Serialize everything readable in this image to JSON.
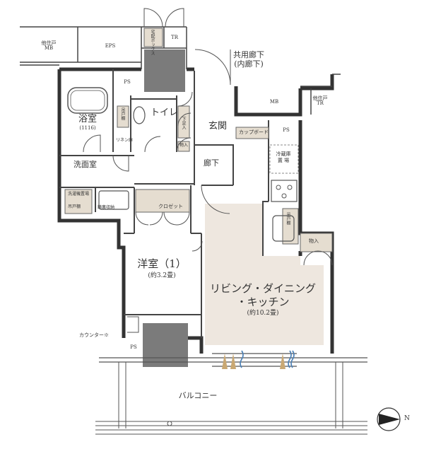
{
  "labels": {
    "mb_top_left": [
      "他住戸",
      "MB"
    ],
    "eps": "EPS",
    "tr_top": "TR",
    "delivery_box": "宅配ボックス",
    "common_corridor": [
      "共用廊下",
      "(内廊下)"
    ],
    "ps_top": "PS",
    "mb_right": "MB",
    "tr_right": [
      "他住戸",
      "TR"
    ],
    "bath": "浴室",
    "bath_size": "(1116)",
    "toilet": "トイレ",
    "hanging_cabinet": "吊戸棚",
    "genkan": "玄関",
    "shoebox": "下足入",
    "cupboard": "カップボード",
    "ps_right": "PS",
    "storage_small": "物入",
    "linen": "リネン庫",
    "washroom": "洗面室",
    "corridor": "廊下",
    "fridge": [
      "冷蔵庫",
      "置 場"
    ],
    "laundry": "洗濯機置場",
    "wash_hanging": "吊戸棚",
    "vanity_storage": "鏡裏収納",
    "closet": "クロゼット",
    "kitchen_hanging": "吊戸棚",
    "storage_ldk": "物入",
    "western_room": "洋室（1）",
    "western_size": "(約3.2畳)",
    "ldk_line1": "リビング・ダイニング",
    "ldk_line2": "・キッチン",
    "ldk_size": "(約10.2畳)",
    "counter": "カウンター※",
    "ps_bottom": "PS",
    "balcony": "バルコニー",
    "north": "N"
  },
  "colors": {
    "ldk_fill": "#eee7df",
    "equipment_fill": "#7b7b7b",
    "fixture_fill": "#e5ddd0",
    "wall": "#333333",
    "airflow_blue": "#4a7fb5",
    "airflow_tan": "#c9a873"
  },
  "icons": [
    "compass-north-icon",
    "airflow-arrow-icon"
  ]
}
